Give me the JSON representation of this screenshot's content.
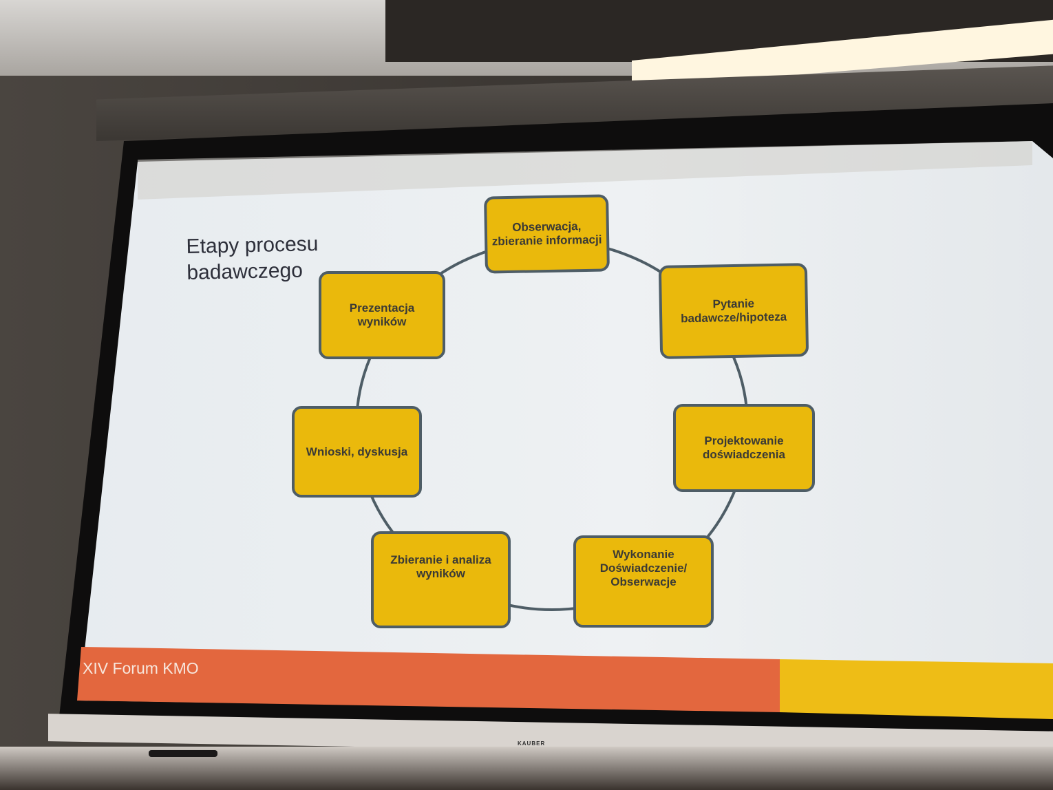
{
  "slide": {
    "title_line1": "Etapy procesu",
    "title_line2": "badawczego",
    "footer": "XIV Forum KMO",
    "stages": [
      "Obserwacja, zbieranie informacji",
      "Pytanie badawcze/hipoteza",
      "Projektowanie doświadczenia",
      "Wykonanie Doświadczenie/ Obserwacje",
      "Zbieranie i analiza wyników",
      "Wnioski, dyskusja",
      "Prezentacja wyników"
    ],
    "colors": {
      "box": "#eab90c",
      "border": "#4e5d66",
      "footer_orange": "#e3673e",
      "footer_yellow": "#eebd16"
    }
  },
  "screen": {
    "brand": "KAUBER"
  }
}
